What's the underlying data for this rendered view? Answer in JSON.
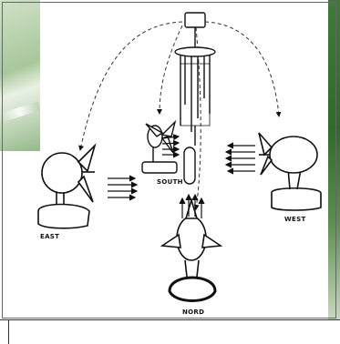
{
  "labels": {
    "east": "EAST",
    "south": "SOUTH",
    "west": "WEST",
    "nord": "NORD"
  },
  "icons": [
    "fan-icon",
    "wind-chime-icon",
    "arrow-icon"
  ]
}
